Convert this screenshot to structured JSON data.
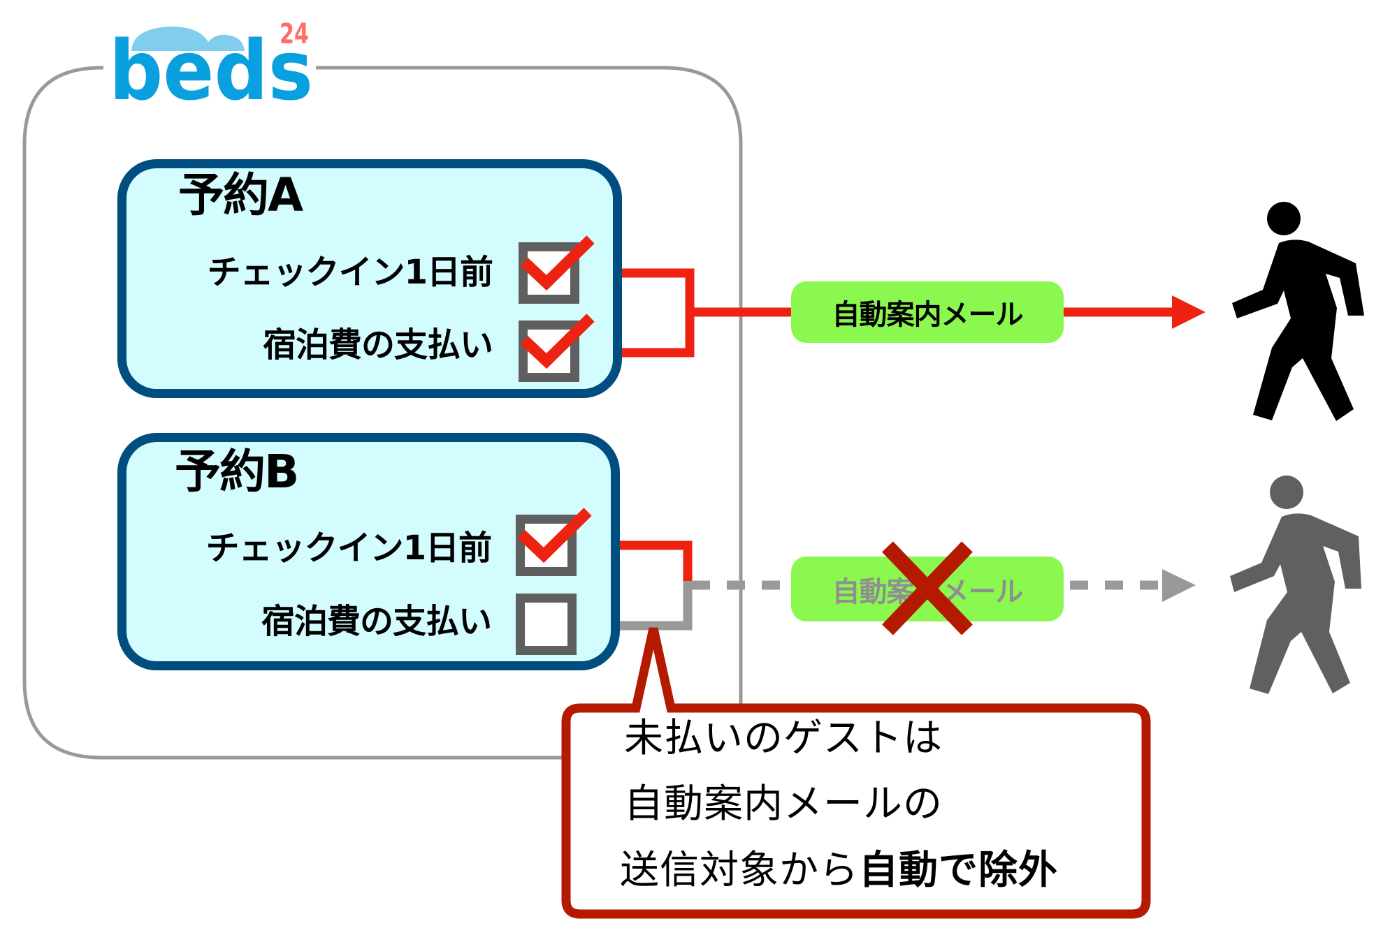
{
  "logo": {
    "text": "beds",
    "superscript": "24",
    "colors": {
      "primary": "#0aa0e0",
      "pillow": "#80cdee",
      "number": "#ff6f66"
    }
  },
  "reservations": [
    {
      "title": "予約A",
      "conditions": [
        {
          "label": "チェックイン1日前",
          "checked": true
        },
        {
          "label": "宿泊費の支払い",
          "checked": true
        }
      ]
    },
    {
      "title": "予約B",
      "conditions": [
        {
          "label": "チェックイン1日前",
          "checked": true
        },
        {
          "label": "宿泊費の支払い",
          "checked": false
        }
      ]
    }
  ],
  "flows": [
    {
      "mail_label": "自動案内メール",
      "status": "sent",
      "color": "#ee2211"
    },
    {
      "mail_label": "自動案内メール",
      "status": "blocked",
      "color": "#999999"
    }
  ],
  "guests": [
    {
      "icon": "walking-person-icon",
      "color": "#000000"
    },
    {
      "icon": "walking-person-icon",
      "color": "#606060"
    }
  ],
  "callout": {
    "line1": "未払いのゲストは",
    "line2": "自動案内メールの",
    "line3_prefix": "送信対象から",
    "line3_bold": "自動で除外",
    "border_color": "#b31a00"
  },
  "colors": {
    "container_border": "#999999",
    "reservation_fill": "#d2fcfe",
    "reservation_border": "#004d80",
    "checkbox_border": "#5f5f5f",
    "checkmark": "#ee2211",
    "mail_fill": "#8bf850",
    "cross": "#b31a00"
  }
}
